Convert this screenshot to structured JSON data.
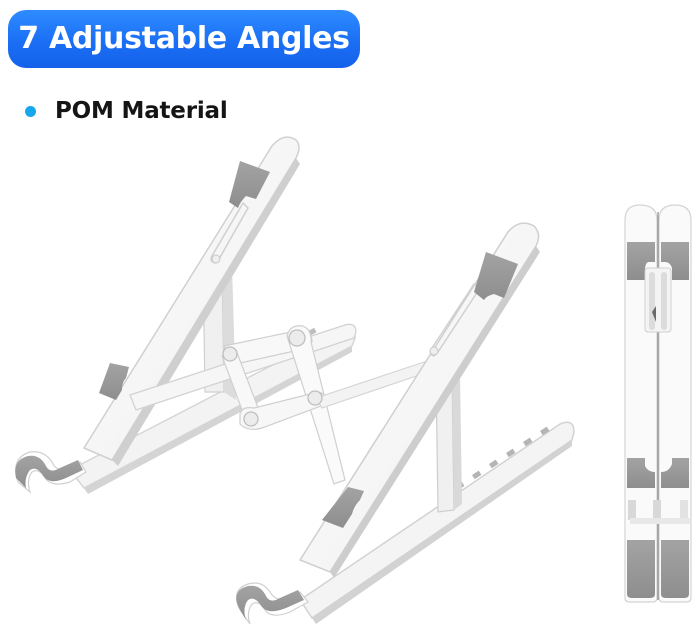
{
  "header": {
    "title": "7 Adjustable Angles",
    "badge_color_top": "#2e8cff",
    "badge_color_bottom": "#1561ea"
  },
  "features": [
    {
      "label": "POM Material",
      "bullet_color": "#17a7ec"
    }
  ],
  "product_image": {
    "subject": "white foldable laptop stand",
    "views": [
      {
        "name": "unfolded-stand",
        "description": "stand opened with X-shaped scissor hinge, two support arms with grey silicone pads"
      },
      {
        "name": "folded-stand",
        "description": "stand folded flat, shown from the front"
      }
    ],
    "angle_notches": 7,
    "colors": {
      "body": "#f7f7f7",
      "shadow": "#d9d9d9",
      "pad": "#9a9a9a",
      "joint": "#ececec"
    }
  }
}
